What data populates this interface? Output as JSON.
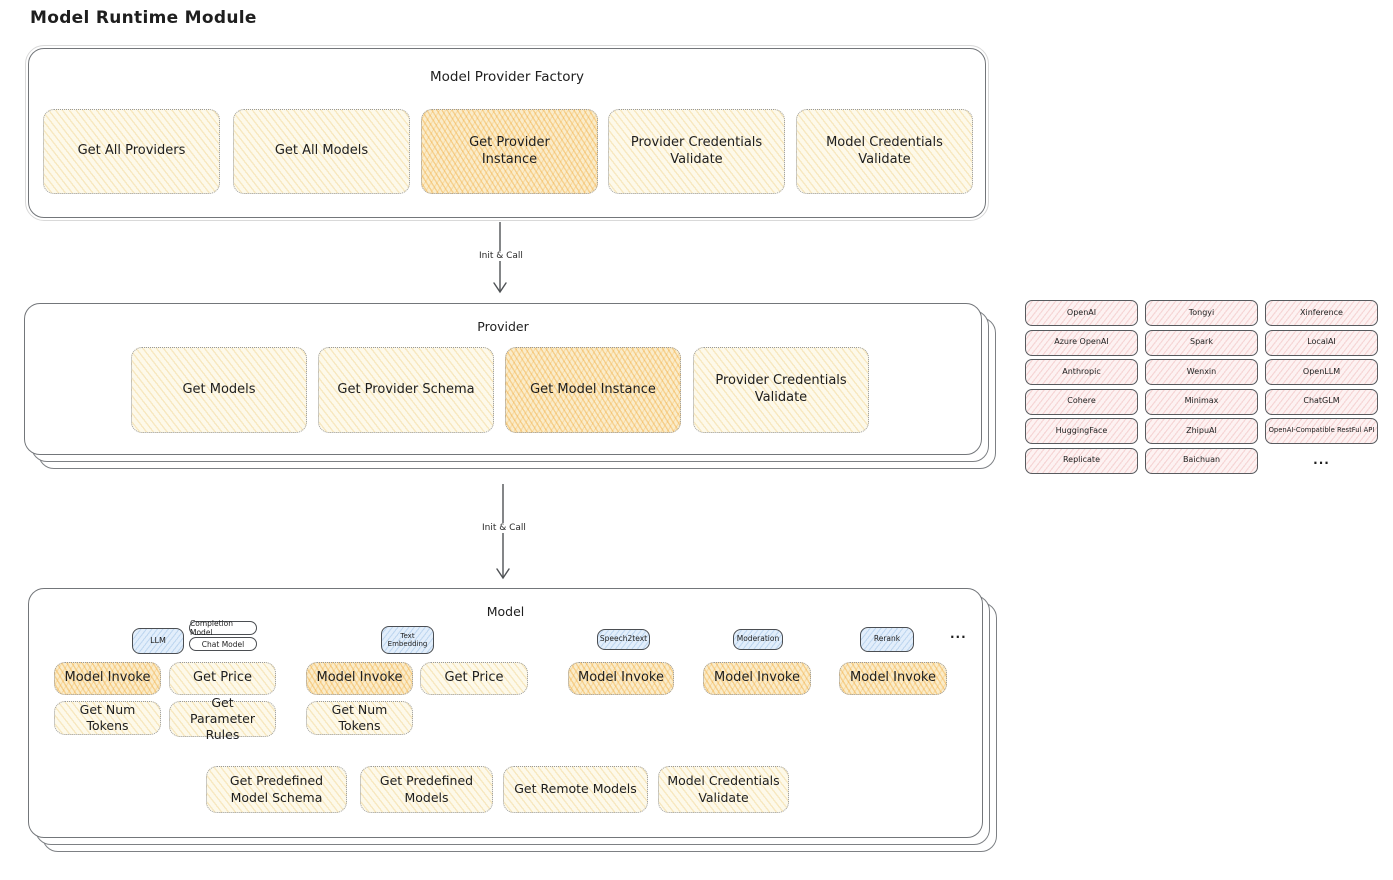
{
  "page_title": "Model Runtime Module",
  "factory": {
    "title": "Model Provider Factory",
    "boxes": [
      "Get All Providers",
      "Get All Models",
      "Get Provider Instance",
      "Provider Credentials Validate",
      "Model Credentials Validate"
    ],
    "highlighted": "Get Provider Instance"
  },
  "arrow1_label": "Init & Call",
  "arrow2_label": "Init & Call",
  "provider": {
    "title": "Provider",
    "boxes": [
      "Get Models",
      "Get Provider Schema",
      "Get Model Instance",
      "Provider Credentials Validate"
    ],
    "highlighted": "Get Model Instance"
  },
  "providers": [
    "OpenAI",
    "Tongyi",
    "Xinference",
    "Azure OpenAI",
    "Spark",
    "LocalAI",
    "Anthropic",
    "Wenxin",
    "OpenLLM",
    "Cohere",
    "Minimax",
    "ChatGLM",
    "HuggingFace",
    "ZhipuAI",
    "OpenAI-Compatible RestFul API",
    "Replicate",
    "Baichuan",
    "..."
  ],
  "model": {
    "title": "Model",
    "tabs": {
      "llm": "LLM",
      "completion": "Completion Model",
      "chat": "Chat Model",
      "text_embedding": "Text Embedding",
      "speech2text": "Speech2text",
      "moderation": "Moderation",
      "rerank": "Rerank",
      "more": "..."
    },
    "llm_ops": [
      "Model Invoke",
      "Get Price",
      "Get Num Tokens",
      "Get Parameter Rules"
    ],
    "text_embedding_ops": [
      "Model Invoke",
      "Get Price",
      "Get Num Tokens"
    ],
    "speech2text_ops": [
      "Model Invoke"
    ],
    "moderation_ops": [
      "Model Invoke"
    ],
    "rerank_ops": [
      "Model Invoke"
    ],
    "common_ops": [
      "Get Predefined Model Schema",
      "Get Predefined Models",
      "Get Remote Models",
      "Model Credentials Validate"
    ]
  },
  "colors": {
    "box_yellow": "#fdf9ea",
    "box_yellow_hatch": "#e9c060",
    "box_highlight": "#faecca",
    "box_highlight_hatch": "#f0a32a",
    "provider_pink": "#fdf2f2",
    "provider_pink_hatch": "#e28686",
    "tab_blue": "#e2eefb",
    "tab_blue_hatch": "#7fadd8",
    "container_border": "#73767a",
    "text": "#1e1e1e"
  }
}
